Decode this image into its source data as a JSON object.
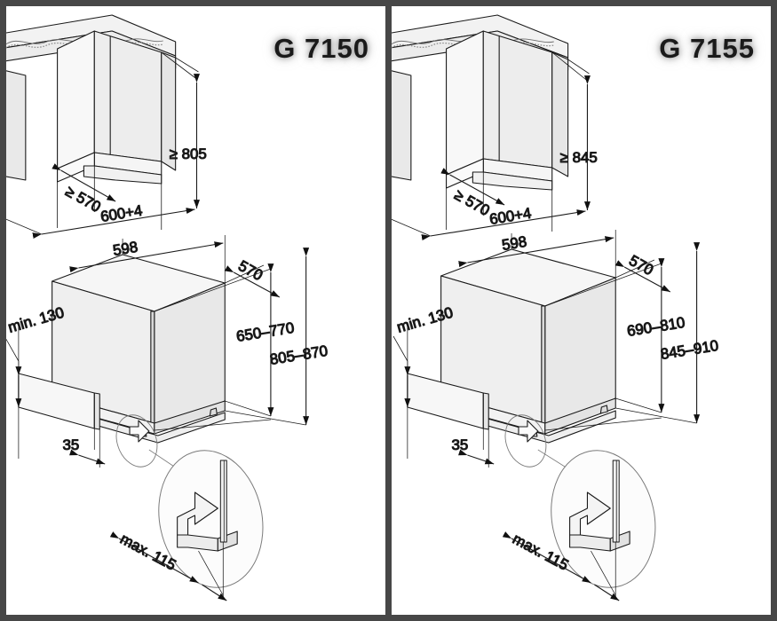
{
  "sheet": {
    "background_color": "#474747",
    "panel_background": "#ffffff",
    "line_color": "#1a1a1a",
    "surface_fill_light": "#fbfbfb",
    "surface_fill_mid": "#f0f0f0",
    "surface_fill_dark": "#e4e4e4"
  },
  "panels": [
    {
      "id": "left",
      "title": "G 7150",
      "niche": {
        "depth": "≥ 570",
        "height": "≥ 805",
        "width": "600+4"
      },
      "appliance": {
        "width": "598",
        "depth": "570",
        "front_panel_height": "650–770",
        "total_height": "805–870",
        "plinth_min": "min. 130",
        "plinth_offset": "35",
        "plinth_max_depth": "max. 115"
      }
    },
    {
      "id": "right",
      "title": "G 7155",
      "niche": {
        "depth": "≥ 570",
        "height": "≥ 845",
        "width": "600+4"
      },
      "appliance": {
        "width": "598",
        "depth": "570",
        "front_panel_height": "690–810",
        "total_height": "845–910",
        "plinth_min": "min. 130",
        "plinth_offset": "35",
        "plinth_max_depth": "max. 115"
      }
    }
  ]
}
